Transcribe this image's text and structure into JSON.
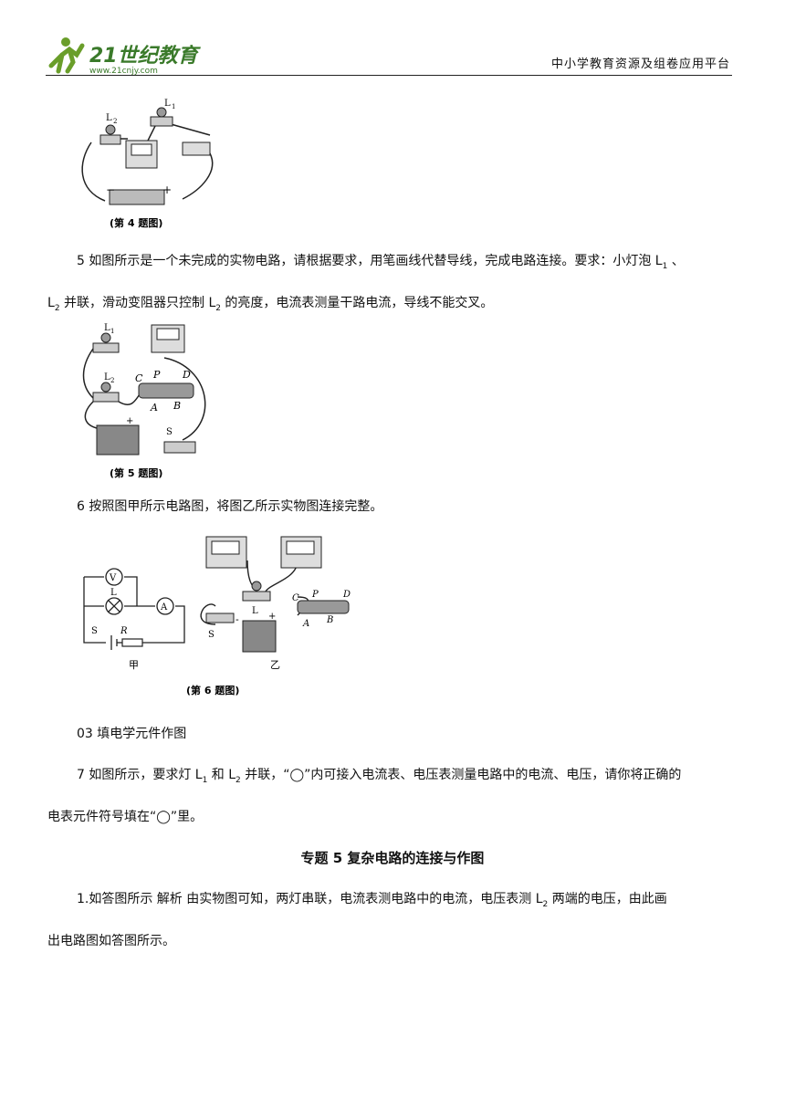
{
  "header": {
    "logo_text": "21世纪教育",
    "logo_url_text": "www.21cnjy.com",
    "platform": "中小学教育资源及组卷应用平台"
  },
  "fig4": {
    "caption": "(第 4 题图)",
    "l1": "L",
    "l2": "L"
  },
  "q5": {
    "line1": "5  如图所示是一个未完成的实物电路，请根据要求，用笔画线代替导线，完成电路连接。要求：小灯泡  L",
    "line1_tail": "  、",
    "line2_a": "L",
    "line2_b": "  并联，滑动变阻器只控制 L",
    "line2_c": "  的亮度，电流表测量干路电流，导线不能交叉。"
  },
  "fig5": {
    "caption": "(第 5 题图)",
    "labels": [
      "L",
      "L",
      "C",
      "P",
      "D",
      "A",
      "B",
      "S",
      "+"
    ]
  },
  "q6": {
    "text": "6 按照图甲所示电路图，将图乙所示实物图连接完整。"
  },
  "fig6": {
    "caption": "(第 6 题图)",
    "jia": "甲",
    "yi": "乙",
    "V": "V",
    "A": "A",
    "L": "L",
    "S": "S",
    "R": "R",
    "labels": [
      "C",
      "P",
      "D",
      "A",
      "B",
      "S",
      "L",
      "+",
      "-"
    ]
  },
  "section03": {
    "text": "03  填电学元件作图"
  },
  "q7": {
    "line1_a": "7 如图所示，要求灯 L",
    "line1_b": "    和 L",
    "line1_c": "  并联，“◯”内可接入电流表、电压表测量电路中的电流、电压，请你将正确的",
    "line2": "电表元件符号填在“◯”里。"
  },
  "topic_title": "专题 5  复杂电路的连接与作图",
  "ans1": {
    "line1_a": "1.如答图所示  解析  由实物图可知，两灯串联，电流表测电路中的电流，电压表测  L",
    "line1_b": "   两端的电压，由此画",
    "line2": "出电路图如答图所示。"
  },
  "subs": {
    "one": "1",
    "two": "2"
  }
}
